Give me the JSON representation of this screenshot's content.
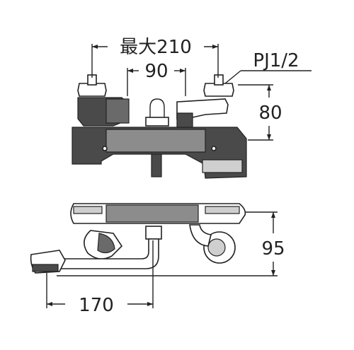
{
  "dimensions": {
    "max_width_label": "最大210",
    "pitch_label": "90",
    "thread_label": "PJ1/2",
    "height_label": "80",
    "depth_label": "95",
    "spout_label": "170"
  },
  "colors": {
    "line": "#222222",
    "shade_dark": "#4a4a4a",
    "shade_mid": "#8c8c8c",
    "shade_light": "#cfcfcf"
  }
}
